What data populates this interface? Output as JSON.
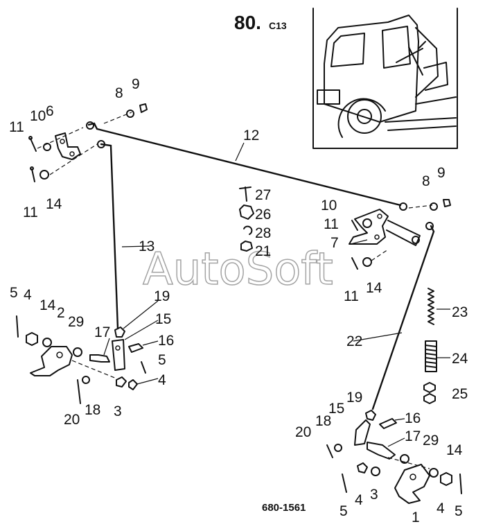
{
  "title": {
    "main": "80.",
    "sub": "C13"
  },
  "watermark": "AutoSoft",
  "reference_code": "680-1561",
  "callouts": {
    "c1": "1",
    "c2": "2",
    "c3a": "3",
    "c3b": "3",
    "c4a": "4",
    "c4b": "4",
    "c4c": "4",
    "c4d": "4",
    "c5a": "5",
    "c5b": "5",
    "c5c": "5",
    "c5d": "5",
    "c6": "6",
    "c7": "7",
    "c8a": "8",
    "c8b": "8",
    "c9a": "9",
    "c9b": "9",
    "c10a": "10",
    "c10b": "10",
    "c11a": "11",
    "c11b": "11",
    "c11c": "11",
    "c11d": "11",
    "c12": "12",
    "c13": "13",
    "c14a": "14",
    "c14b": "14",
    "c14c": "14",
    "c14d": "14",
    "c15a": "15",
    "c15b": "15",
    "c16a": "16",
    "c16b": "16",
    "c17a": "17",
    "c17b": "17",
    "c18a": "18",
    "c18b": "18",
    "c19a": "19",
    "c19b": "19",
    "c20a": "20",
    "c20b": "20",
    "c21": "21",
    "c22": "22",
    "c23": "23",
    "c24": "24",
    "c25": "25",
    "c26": "26",
    "c27": "27",
    "c28": "28",
    "c29a": "29",
    "c29b": "29"
  }
}
